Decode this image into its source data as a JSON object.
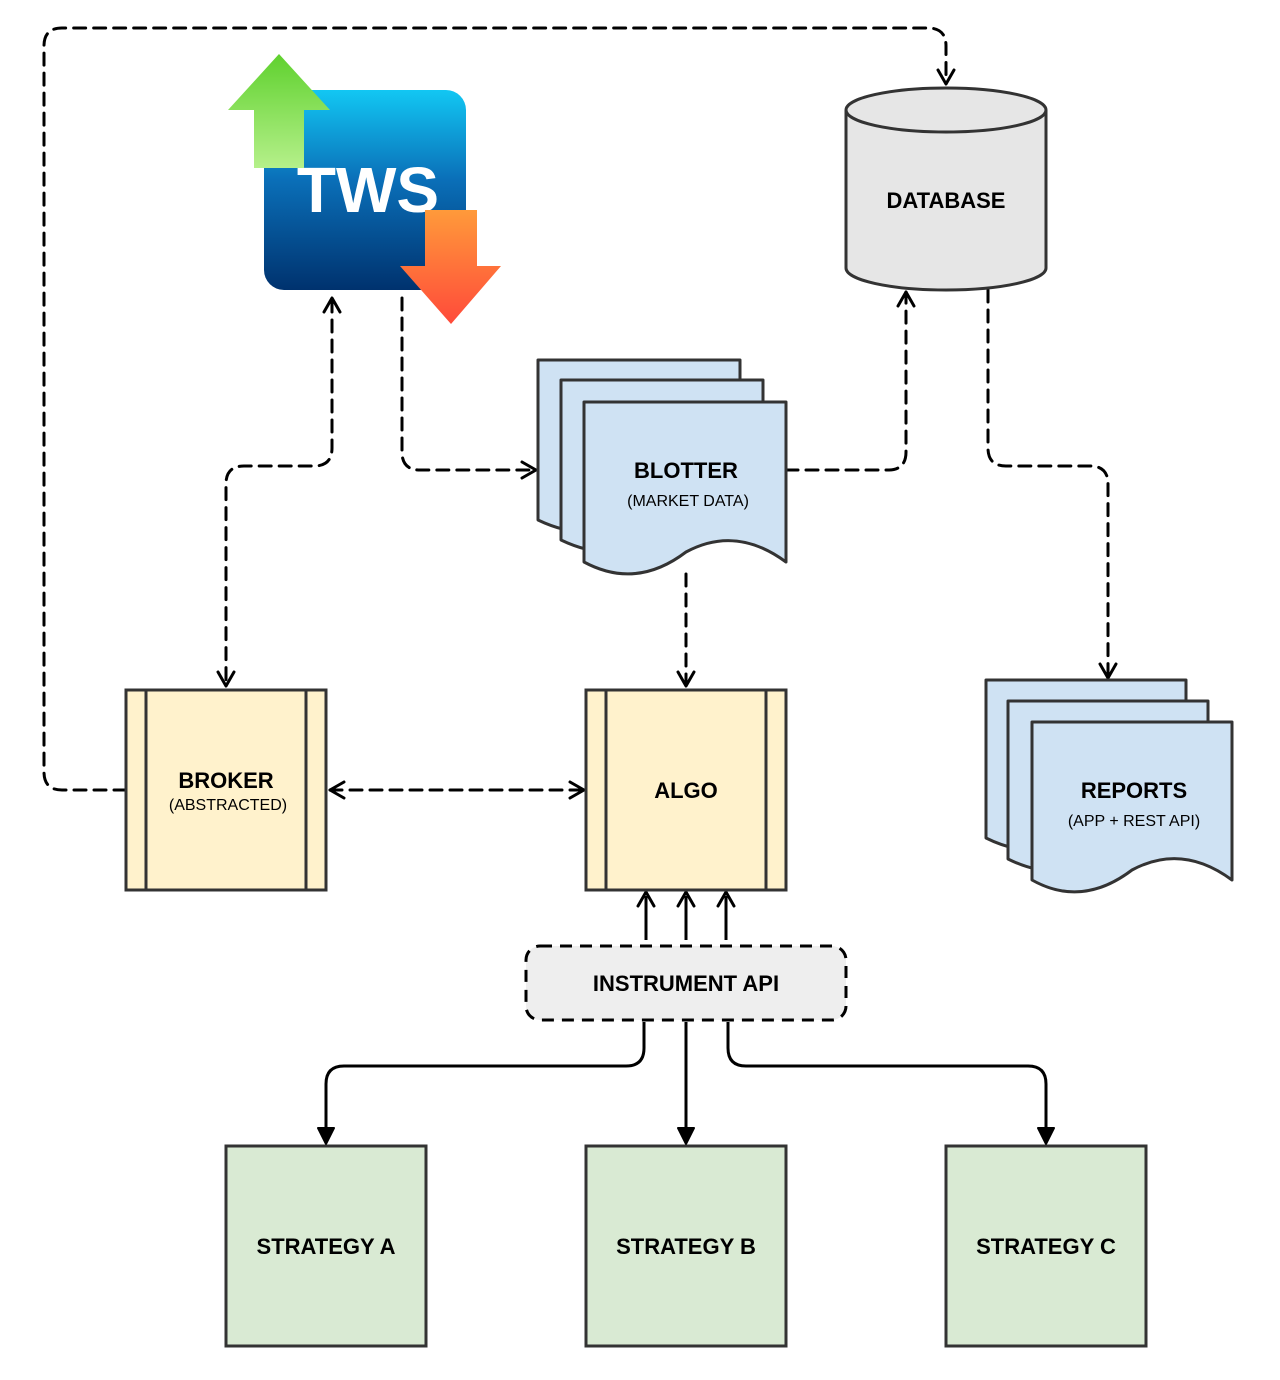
{
  "logo": {
    "text": "TWS"
  },
  "nodes": {
    "database": {
      "label": "DATABASE"
    },
    "blotter": {
      "label": "BLOTTER",
      "sublabel": "(MARKET DATA)"
    },
    "broker": {
      "label": "BROKER",
      "sublabel": "(ABSTRACTED)"
    },
    "algo": {
      "label": "ALGO"
    },
    "reports": {
      "label": "REPORTS",
      "sublabel": "(APP + REST API)"
    },
    "instrument_api": {
      "label": "INSTRUMENT API"
    },
    "strategy_a": {
      "label": "STRATEGY A"
    },
    "strategy_b": {
      "label": "STRATEGY B"
    },
    "strategy_c": {
      "label": "STRATEGY C"
    }
  },
  "colors": {
    "document_fill": "#cfe2f3",
    "process_fill": "#fff2cc",
    "database_fill": "#e6e6e6",
    "api_fill": "#eeeeee",
    "strategy_fill": "#d9ead3",
    "stroke": "#333333",
    "tws_blue_top": "#12c7f3",
    "tws_blue_bottom": "#00326e",
    "arrow_up_green": "#7ed957",
    "arrow_down_orange": "#ff6a3a"
  }
}
